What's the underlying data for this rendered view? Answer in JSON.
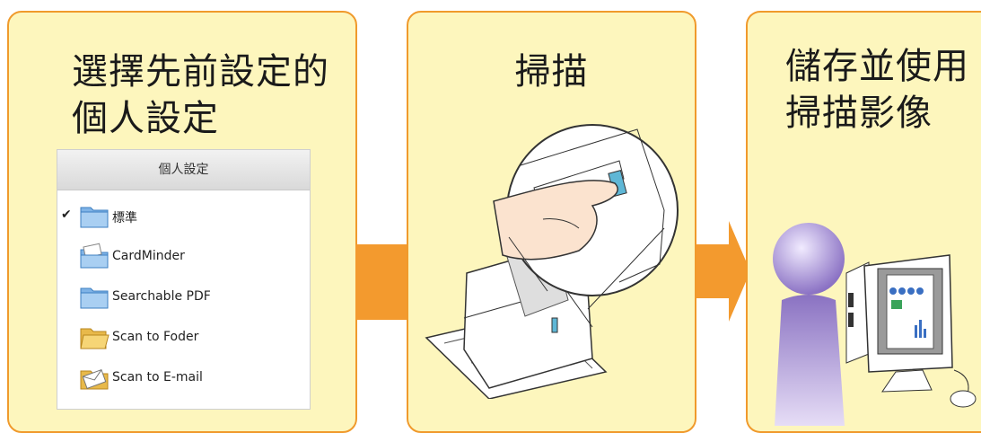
{
  "steps": [
    {
      "title": "選擇先前設定的\n個人設定"
    },
    {
      "title": "掃描"
    },
    {
      "title": "儲存並使用\n掃描影像"
    }
  ],
  "profile_list": {
    "header": "個人設定",
    "items": [
      {
        "label": "標準",
        "checked": true,
        "icon": "folder-icon"
      },
      {
        "label": "CardMinder",
        "checked": false,
        "icon": "card-folder-icon"
      },
      {
        "label": "Searchable PDF",
        "checked": false,
        "icon": "folder-icon"
      },
      {
        "label": "Scan to Foder",
        "checked": false,
        "icon": "open-folder-icon"
      },
      {
        "label": "Scan to E-mail",
        "checked": false,
        "icon": "email-icon"
      }
    ]
  },
  "colors": {
    "panel_fill": "#fdf6bd",
    "panel_border": "#f09a2c",
    "arrow": "#f39a2e",
    "person": "#9a86c8"
  }
}
